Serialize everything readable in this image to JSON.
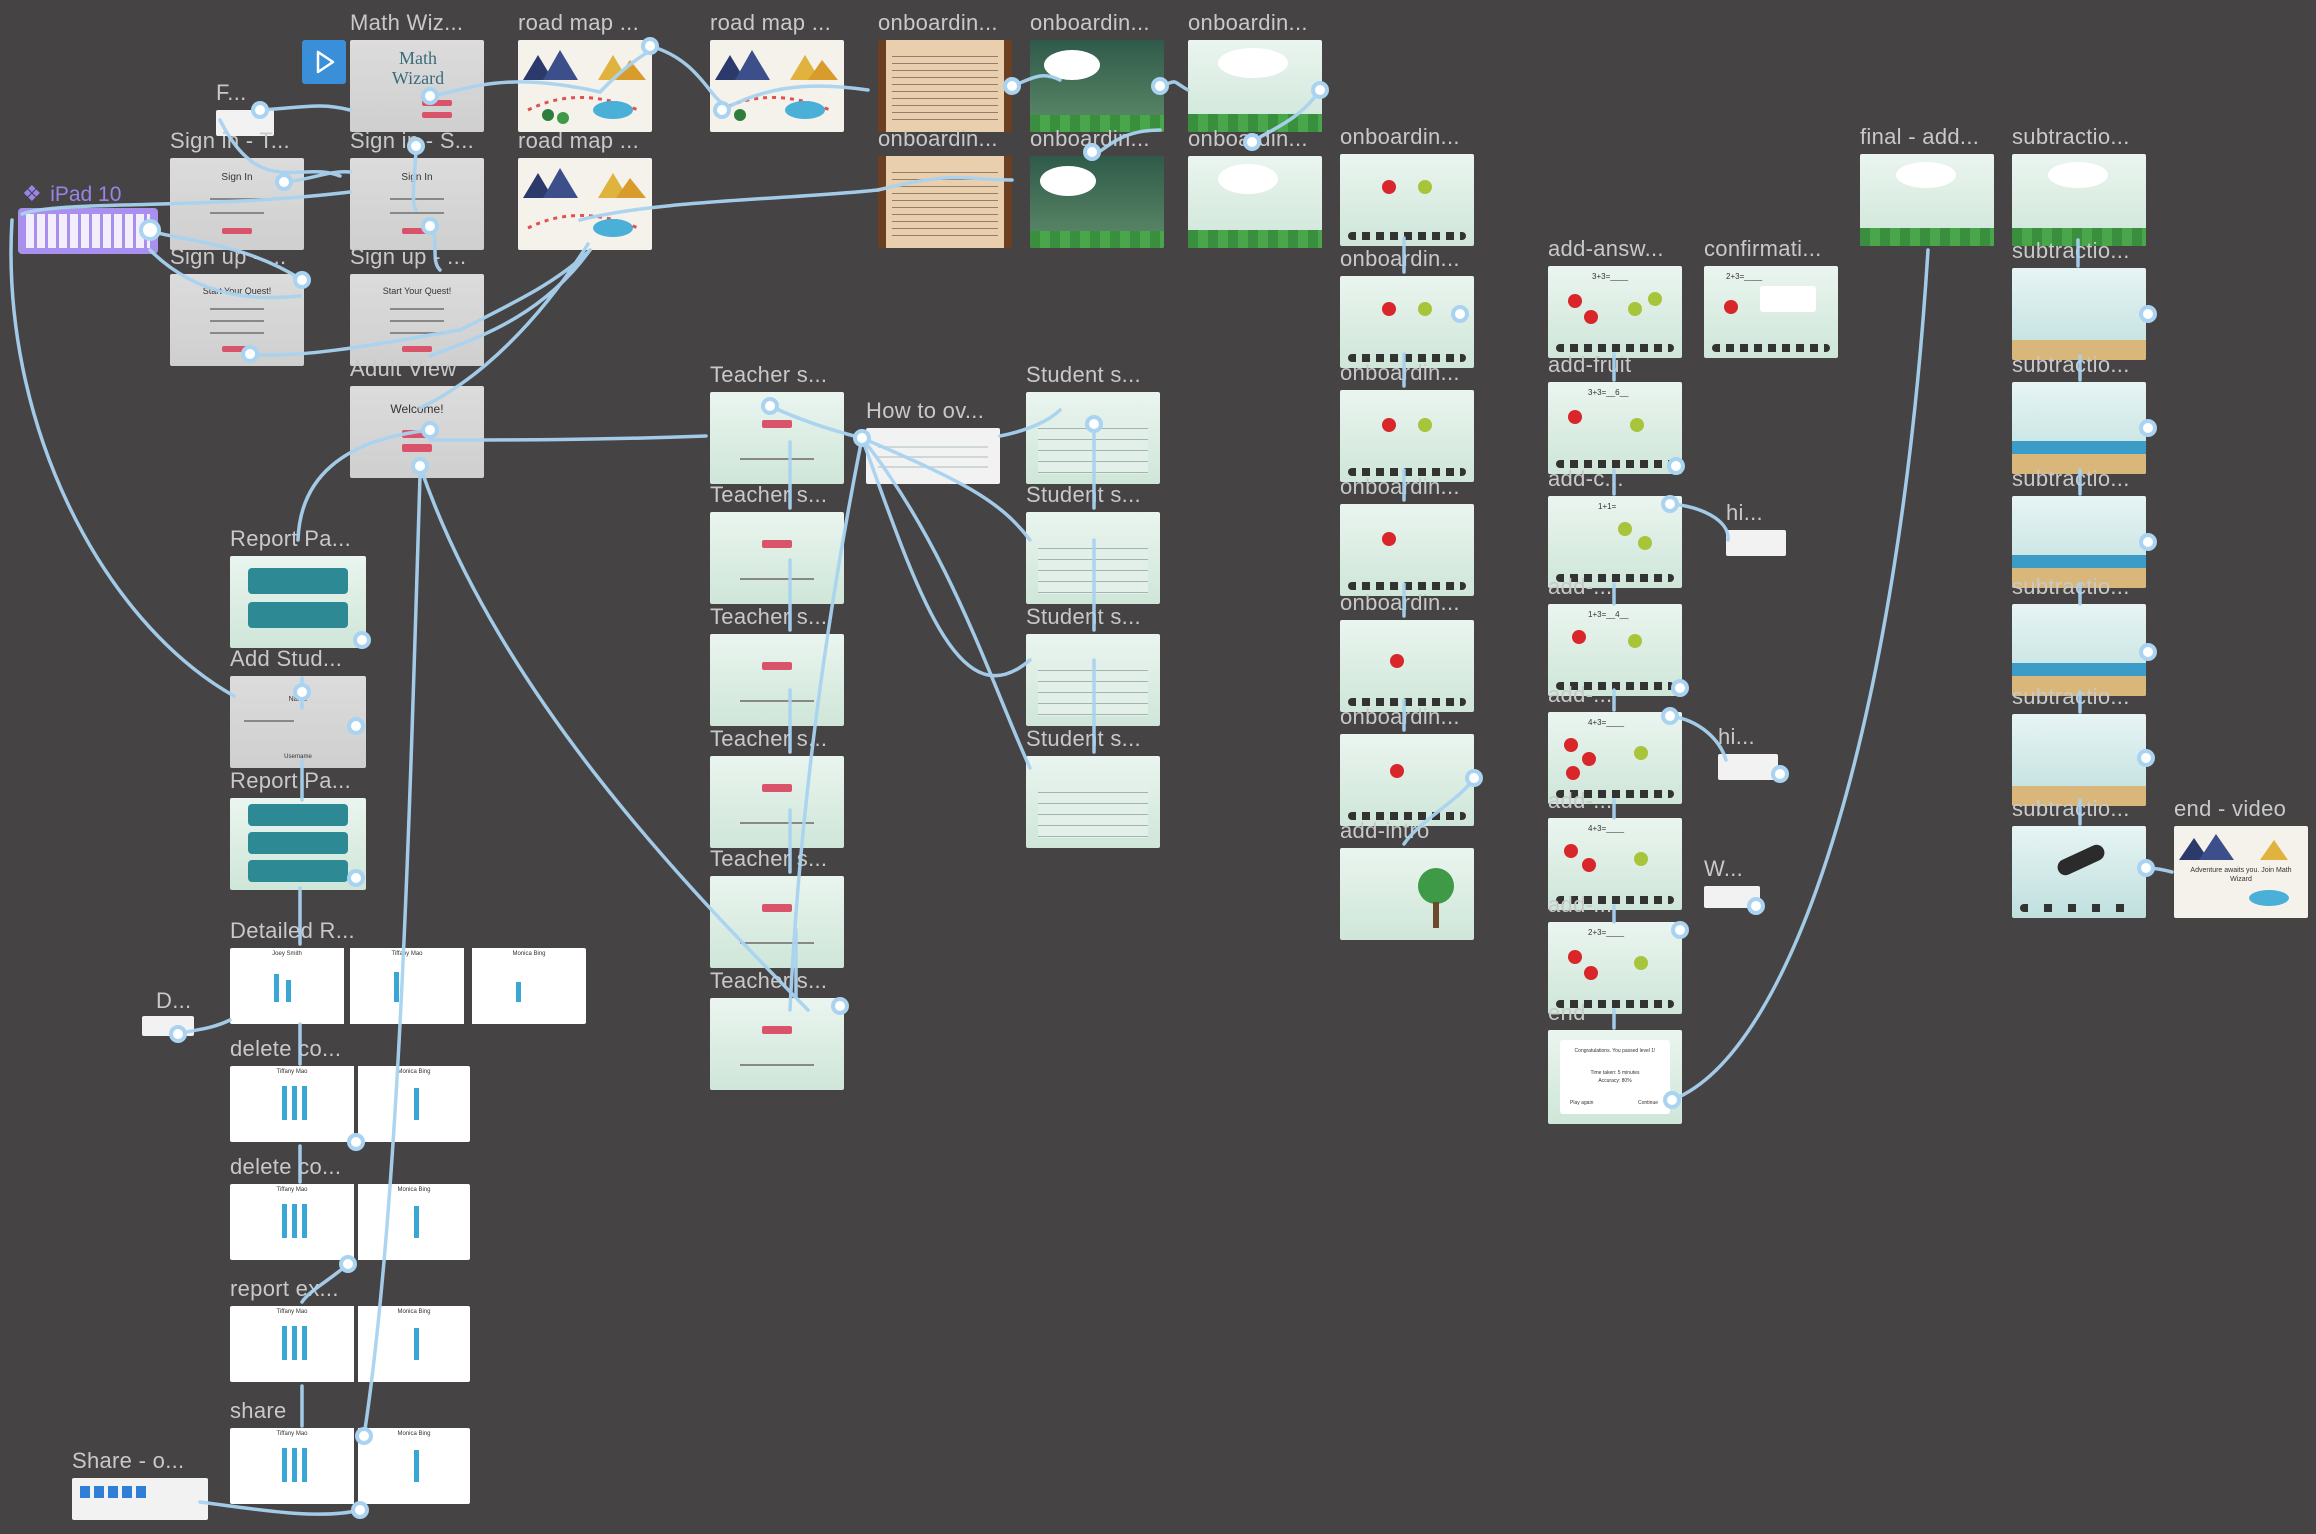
{
  "app": {
    "accent": "#9fd0f2",
    "device_label": "iPad 10",
    "play_color": "#3a8fd9"
  },
  "frames": {
    "math_wizard": {
      "label": "Math Wiz...",
      "title": "Math Wizard"
    },
    "road_map_1": {
      "label": "road map ..."
    },
    "road_map_2": {
      "label": "road map ..."
    },
    "road_map_3": {
      "label": "road map ..."
    },
    "f_small": {
      "label": "F..."
    },
    "sign_in_1": {
      "label": "Sign in - T...",
      "heading": "Sign In"
    },
    "sign_in_2": {
      "label": "Sign in - S...",
      "heading": "Sign In"
    },
    "sign_up_1": {
      "label": "Sign up - ...",
      "heading": "Start Your Quest!"
    },
    "sign_up_2": {
      "label": "Sign up - ...",
      "heading": "Start Your Quest!"
    },
    "adult_view": {
      "label": "Adult View",
      "heading": "Welcome!"
    },
    "onb_1": {
      "label": "onboardin..."
    },
    "onb_2": {
      "label": "onboardin..."
    },
    "onb_3": {
      "label": "onboardin..."
    },
    "onb_4": {
      "label": "onboardin..."
    },
    "onb_5": {
      "label": "onboardin..."
    },
    "onb_6": {
      "label": "onboardin..."
    },
    "onb_r1": {
      "label": "onboardin..."
    },
    "onb_r2": {
      "label": "onboardin..."
    },
    "onb_r3": {
      "label": "onboardin..."
    },
    "onb_r4": {
      "label": "onboardin..."
    },
    "onb_r5": {
      "label": "onboardin..."
    },
    "onb_r6": {
      "label": "onboardin..."
    },
    "add_intro": {
      "label": "add-intro"
    },
    "teacher_1": {
      "label": "Teacher s..."
    },
    "teacher_2": {
      "label": "Teacher s..."
    },
    "teacher_3": {
      "label": "Teacher s..."
    },
    "teacher_4": {
      "label": "Teacher s..."
    },
    "teacher_5": {
      "label": "Teacher s..."
    },
    "teacher_6": {
      "label": "Teacher s..."
    },
    "how_to": {
      "label": "How to ov..."
    },
    "student_1": {
      "label": "Student s..."
    },
    "student_2": {
      "label": "Student s..."
    },
    "student_3": {
      "label": "Student s..."
    },
    "student_4": {
      "label": "Student s..."
    },
    "report_1": {
      "label": "Report Pa..."
    },
    "add_student": {
      "label": "Add Stud...",
      "name_label": "Name",
      "username": "Username"
    },
    "report_2": {
      "label": "Report Pa..."
    },
    "detailed": {
      "label": "Detailed R...",
      "names": [
        "Joey Smith",
        "Tiffany Mao",
        "Monica Bing"
      ]
    },
    "d_small": {
      "label": "D..."
    },
    "delete_1": {
      "label": "delete co...",
      "names": [
        "Tiffany Mao",
        "Monica Bing"
      ]
    },
    "delete_2": {
      "label": "delete co...",
      "names": [
        "Tiffany Mao",
        "Monica Bing"
      ]
    },
    "report_ex": {
      "label": "report ex...",
      "names": [
        "Tiffany Mao",
        "Monica Bing"
      ]
    },
    "share": {
      "label": "share",
      "names": [
        "Tiffany Mao",
        "Monica Bing"
      ]
    },
    "share_o": {
      "label": "Share - o..."
    },
    "add_answer": {
      "label": "add-answ...",
      "eq": "3+3=____"
    },
    "add_fruit": {
      "label": "add-fruit",
      "eq": "3+3=__6__"
    },
    "add_c": {
      "label": "add-c...",
      "eq": "1+1="
    },
    "add_4": {
      "label": "add-...",
      "eq": "1+3=__4__"
    },
    "add_5": {
      "label": "add-...",
      "eq": "4+3=____"
    },
    "add_6": {
      "label": "add-...",
      "eq": "4+3=____"
    },
    "add_7": {
      "label": "add-...",
      "eq": "2+3=____"
    },
    "end": {
      "label": "end",
      "line1": "Congratulations. You passed level 1!",
      "line2": "Time taken: 5 minutes",
      "line3": "Accuracy: 80%",
      "btn1": "Play again",
      "btn2": "Continue"
    },
    "confirm": {
      "label": "confirmati...",
      "eq": "2+3=____"
    },
    "hi_1": {
      "label": "hi..."
    },
    "hi_2": {
      "label": "hi..."
    },
    "w_small": {
      "label": "W..."
    },
    "final_add": {
      "label": "final - add..."
    },
    "sub_1": {
      "label": "subtractio..."
    },
    "sub_2": {
      "label": "subtractio..."
    },
    "sub_3": {
      "label": "subtractio..."
    },
    "sub_4": {
      "label": "subtractio..."
    },
    "sub_5": {
      "label": "subtractio..."
    },
    "sub_6": {
      "label": "subtractio..."
    },
    "sub_7": {
      "label": "subtractio..."
    },
    "end_video": {
      "label": "end - video",
      "caption": "Adventure awaits you. Join Math Wizard"
    }
  }
}
